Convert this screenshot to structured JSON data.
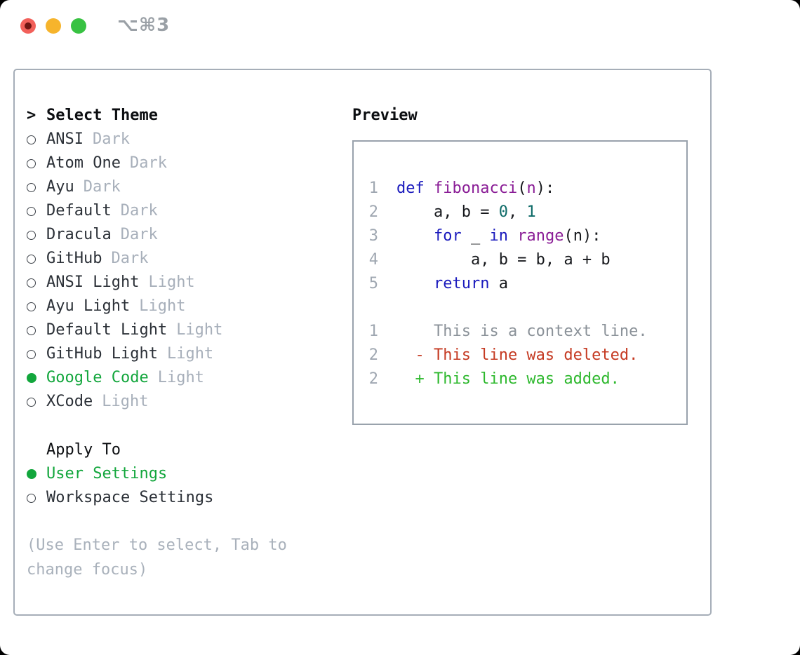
{
  "window": {
    "shortcut": "⌥⌘3"
  },
  "theme_panel": {
    "header": {
      "prefix": ">",
      "label": "Select Theme"
    },
    "themes": [
      {
        "name": "ANSI",
        "variant": "Dark",
        "selected": false
      },
      {
        "name": "Atom One",
        "variant": "Dark",
        "selected": false
      },
      {
        "name": "Ayu",
        "variant": "Dark",
        "selected": false
      },
      {
        "name": "Default",
        "variant": "Dark",
        "selected": false
      },
      {
        "name": "Dracula",
        "variant": "Dark",
        "selected": false
      },
      {
        "name": "GitHub",
        "variant": "Dark",
        "selected": false
      },
      {
        "name": "ANSI Light",
        "variant": "Light",
        "selected": false
      },
      {
        "name": "Ayu Light",
        "variant": "Light",
        "selected": false
      },
      {
        "name": "Default Light",
        "variant": "Light",
        "selected": false
      },
      {
        "name": "GitHub Light",
        "variant": "Light",
        "selected": false
      },
      {
        "name": "Google Code",
        "variant": "Light",
        "selected": true
      },
      {
        "name": "XCode",
        "variant": "Light",
        "selected": false
      }
    ],
    "apply_to": {
      "label": "Apply To",
      "options": [
        {
          "name": "User Settings",
          "selected": true
        },
        {
          "name": "Workspace Settings",
          "selected": false
        }
      ]
    },
    "hint": "(Use Enter to select, Tab to change focus)"
  },
  "preview": {
    "title": "Preview",
    "lines": [
      {
        "num": "1",
        "tokens": [
          [
            "def",
            "k"
          ],
          [
            " ",
            "p"
          ],
          [
            "fibonacci",
            "t"
          ],
          [
            "(",
            "p"
          ],
          [
            "n",
            "t"
          ],
          [
            "):",
            "p"
          ]
        ]
      },
      {
        "num": "2",
        "tokens": [
          [
            "    a, b = ",
            "p"
          ],
          [
            "0",
            "n"
          ],
          [
            ", ",
            "p"
          ],
          [
            "1",
            "n"
          ]
        ]
      },
      {
        "num": "3",
        "tokens": [
          [
            "    ",
            "p"
          ],
          [
            "for",
            "k"
          ],
          [
            " _ ",
            "p"
          ],
          [
            "in",
            "k"
          ],
          [
            " ",
            "p"
          ],
          [
            "range",
            "t"
          ],
          [
            "(n):",
            "p"
          ]
        ]
      },
      {
        "num": "4",
        "tokens": [
          [
            "        a, b = b, a + b",
            "p"
          ]
        ]
      },
      {
        "num": "5",
        "tokens": [
          [
            "    ",
            "p"
          ],
          [
            "return",
            "k"
          ],
          [
            " a",
            "p"
          ]
        ]
      },
      {
        "num": "",
        "tokens": []
      },
      {
        "num": "1",
        "tokens": [
          [
            "    This is a context line.",
            "c"
          ]
        ]
      },
      {
        "num": "2",
        "tokens": [
          [
            "  - This line was deleted.",
            "d"
          ]
        ]
      },
      {
        "num": "2",
        "tokens": [
          [
            "  + This line was added.",
            "a"
          ]
        ]
      }
    ]
  },
  "colors": {
    "page_bg": "#000000",
    "window_bg": "#ffffff",
    "panel_border": "#a6aeb8",
    "preview_border": "#99a2ac",
    "text_primary": "#0c0e11",
    "item_text": "#2b3037",
    "muted": "#a7afba",
    "hint": "#a9b1bb",
    "radio_outline": "#3c4148",
    "accent_green": "#12a63c",
    "keyword": "#1b1bbd",
    "title_token": "#8a1d96",
    "number_token": "#0e6b68",
    "line_number": "#9fa7b1",
    "context": "#8b9299",
    "deleted": "#c53a22",
    "added": "#2db82d",
    "shortcut_gray": "#9aa0a6",
    "traffic_red": "#f2605a",
    "traffic_red_dot": "#701512",
    "traffic_yellow": "#f6b42c",
    "traffic_green": "#38c242"
  }
}
